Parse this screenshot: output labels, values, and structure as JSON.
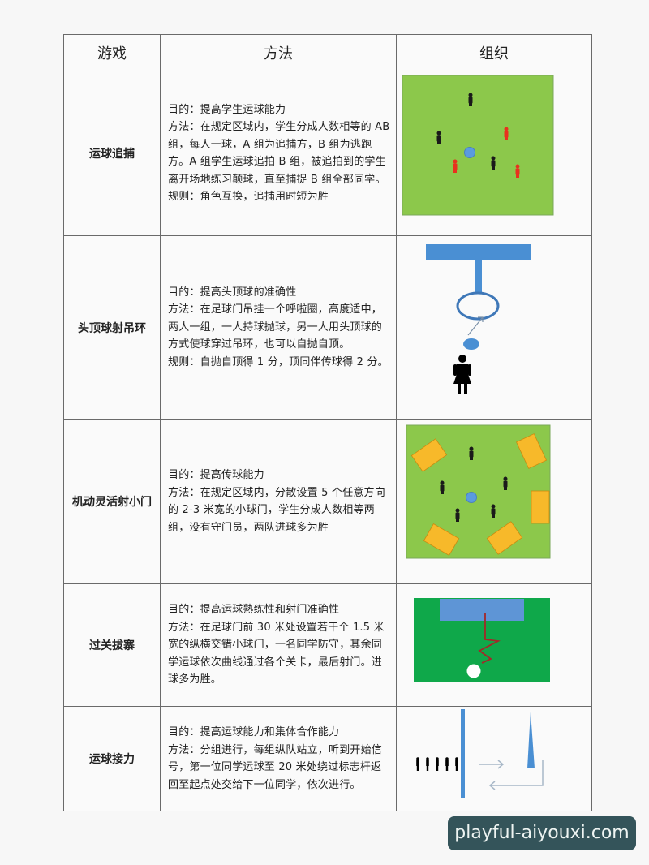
{
  "table": {
    "headers": [
      "游戏",
      "方法",
      "组织"
    ],
    "rows": [
      {
        "game": "运球追捕",
        "lines": [
          "目的：提高学生运球能力",
          "方法：在规定区域内，学生分成人数相等的 AB 组，每人一球，A 组为追捕方，B 组为逃跑方。A 组学生运球追拍 B 组，被追拍到的学生离开场地练习颠球，直至捕捉 B 组全部同学。",
          "规则：角色互换，追捕用时短为胜"
        ],
        "diagram": "green-field-chase"
      },
      {
        "game": "头顶球射吊环",
        "lines": [
          "目的：提高头顶球的准确性",
          "方法：在足球门吊挂一个呼啦圈，高度适中，两人一组，一人持球抛球，另一人用头顶球的方式使球穿过吊环，也可以自抛自顶。",
          "规则：自抛自顶得 1 分，顶同伴传球得 2 分。"
        ],
        "diagram": "hanging-hoop-header"
      },
      {
        "game": "机动灵活射小门",
        "lines": [
          "目的：提高传球能力",
          "方法：在规定区域内，分散设置 5 个任意方向的 2-3 米宽的小球门，学生分成人数相等两组，没有守门员，两队进球多为胜"
        ],
        "diagram": "small-goals-field"
      },
      {
        "game": "过关拔寨",
        "lines": [
          "目的：提高运球熟练性和射门准确性",
          "方法：在足球门前 30 米处设置若干个 1.5 米宽的纵横交错小球门，一名同学防守，其余同学运球依次曲线通过各个关卡，最后射门。进球多为胜。"
        ],
        "diagram": "zigzag-dribble-goal"
      },
      {
        "game": "运球接力",
        "lines": [
          "目的：提高运球能力和集体合作能力",
          "方法：分组进行，每组纵队站立，听到开始信号，第一位同学运球至 20 米处绕过标志杆返回至起点处交给下一位同学，依次进行。"
        ],
        "diagram": "relay-cone"
      }
    ]
  },
  "colors": {
    "field_light": "#8cc84b",
    "field_dark": "#0fa84a",
    "blue": "#4a8fd3",
    "red_player": "#e8321e",
    "goal_orange": "#f7b92a"
  },
  "watermark": {
    "text": "playful-aiyouxi.com"
  }
}
